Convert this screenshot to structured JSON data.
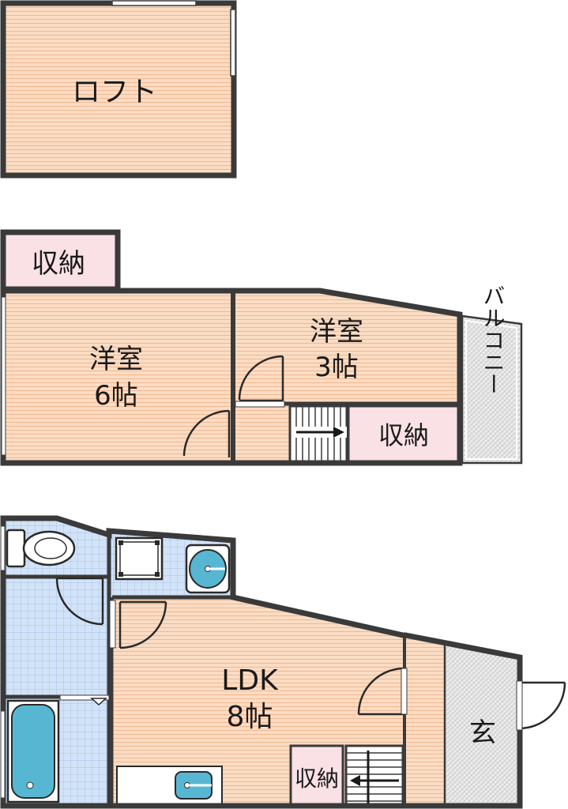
{
  "rooms": {
    "loft": "ロフト",
    "storage_2f_top": "収納",
    "west_room_6": {
      "name": "洋室",
      "size": "6帖"
    },
    "west_room_3": {
      "name": "洋室",
      "size": "3帖"
    },
    "storage_2f_right": "収納",
    "balcony": "バルコニー",
    "ldk": {
      "name": "LDK",
      "size": "8帖"
    },
    "storage_1f": "収納",
    "entrance": "玄"
  },
  "colors": {
    "wood_floor": "#fadcc3",
    "wood_line": "#f0b894",
    "tile": "#cfe0f5",
    "tile_line": "#9ec0ea",
    "storage": "#f9e1e6",
    "balcony": "#ebebeb",
    "wall": "#3a3a3a",
    "fixture": "#57b7d3"
  },
  "icons": [
    "toilet-icon",
    "washing-machine-icon",
    "wash-basin-icon",
    "bathtub-icon",
    "kitchen-sink-icon",
    "stairs-icon",
    "door-swing-icon"
  ]
}
